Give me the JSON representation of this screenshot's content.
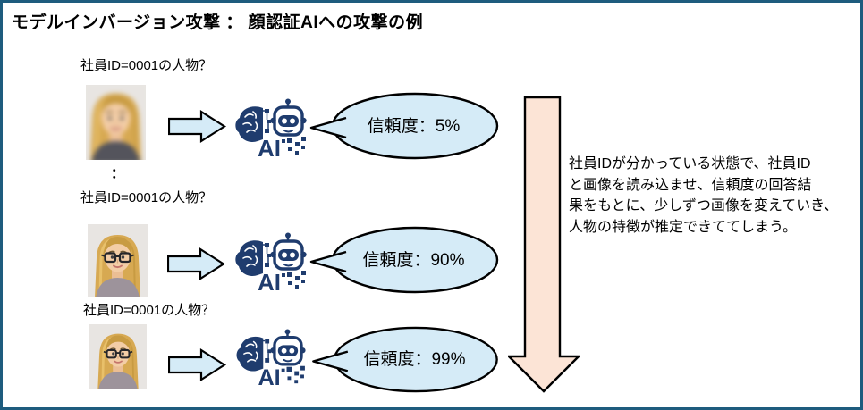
{
  "title": "モデルインバージョン攻撃 ： 顔認証AIへの攻撃の例",
  "ellipsis": "：",
  "rows": [
    {
      "query": "社員ID=0001の人物？",
      "confidence": "信頼度：5%",
      "photo": "blurred-face-photo"
    },
    {
      "query": "社員ID=0001の人物？",
      "confidence": "信頼度：90%",
      "photo": "face-photo-with-glasses"
    },
    {
      "query": "社員ID=0001の人物？",
      "confidence": "信頼度：99%",
      "photo": "face-photo-with-glasses"
    }
  ],
  "annotation": {
    "lines": [
      "社員IDが分かっている状態で、社員ID",
      "と画像を読み込ませ、信頼度の回答結",
      "果をもとに、少しずつ画像を変えていき、",
      "人物の特徴が推定できててしまう。"
    ]
  },
  "icons": {
    "ai_label": "AI",
    "ai_icon": "ai-brain-robot-icon",
    "flow_arrow": "arrow-right-icon",
    "iteration_arrow": "arrow-down-icon"
  },
  "colors": {
    "frame_border": "#1E5C7E",
    "light_blue_fill": "#D5EBF7",
    "peach_fill": "#FCE4D6",
    "icon_navy": "#1F3C6E",
    "outline_black": "#000000"
  }
}
